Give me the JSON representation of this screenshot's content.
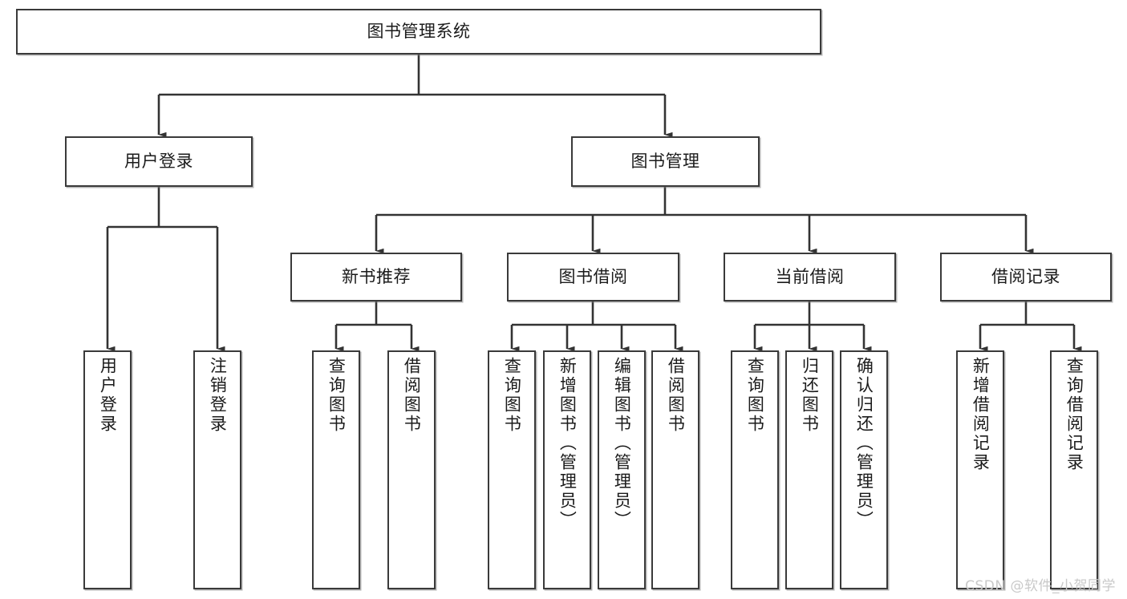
{
  "diagram": {
    "title": "图书管理系统",
    "type": "tree-hierarchy",
    "orientation": "top-down",
    "colors": {
      "box_border": "#3a3a3a",
      "box_fill": "#ffffff",
      "edge": "#333333",
      "text": "#1b1b1b",
      "watermark": "#c9c9c9",
      "background": "#ffffff"
    },
    "root": {
      "label": "图书管理系统"
    },
    "level2": [
      {
        "label": "用户登录"
      },
      {
        "label": "图书管理"
      }
    ],
    "level3": [
      {
        "label": "新书推荐"
      },
      {
        "label": "图书借阅"
      },
      {
        "label": "当前借阅"
      },
      {
        "label": "借阅记录"
      }
    ],
    "leaves": {
      "user_login": [
        {
          "label": "用户登录"
        },
        {
          "label": "注销登录"
        }
      ],
      "new_book_recommend": [
        {
          "label": "查询图书"
        },
        {
          "label": "借阅图书"
        }
      ],
      "book_borrow": [
        {
          "label": "查询图书"
        },
        {
          "label": "新增图书（管理员）"
        },
        {
          "label": "编辑图书（管理员）"
        },
        {
          "label": "借阅图书"
        }
      ],
      "current_borrow": [
        {
          "label": "查询图书"
        },
        {
          "label": "归还图书"
        },
        {
          "label": "确认归还（管理员）"
        }
      ],
      "borrow_record": [
        {
          "label": "新增借阅记录"
        },
        {
          "label": "查询借阅记录"
        }
      ]
    }
  },
  "watermark": {
    "text": "CSDN @软件_小贺同学"
  }
}
